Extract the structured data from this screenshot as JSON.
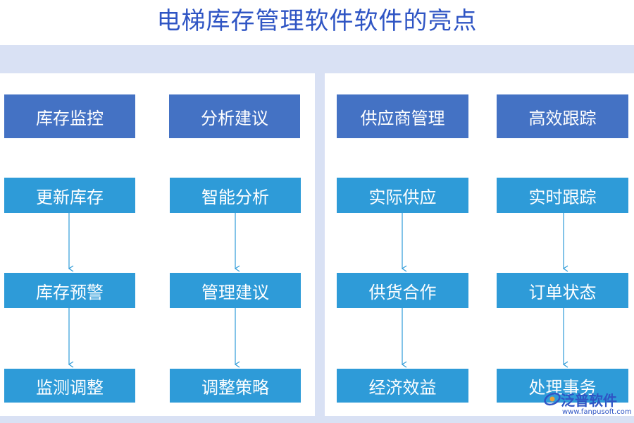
{
  "title": "电梯库存管理软件软件的亮点",
  "columns": [
    {
      "head": "库存监控",
      "items": [
        "更新库存",
        "库存预警",
        "监测调整"
      ]
    },
    {
      "head": "分析建议",
      "items": [
        "智能分析",
        "管理建议",
        "调整策略"
      ]
    },
    {
      "head": "供应商管理",
      "items": [
        "实际供应",
        "供货合作",
        "经济效益"
      ]
    },
    {
      "head": "高效跟踪",
      "items": [
        "实时跟踪",
        "订单状态",
        "处理事务"
      ]
    }
  ],
  "watermark": {
    "name": "泛普软件",
    "url": "www.fanpusoft.com"
  },
  "colors": {
    "title": "#2f55c4",
    "head_box": "#4472c4",
    "item_box": "#2e9bd8",
    "band": "#d9e1f4",
    "arrow": "#2e9bd8"
  }
}
